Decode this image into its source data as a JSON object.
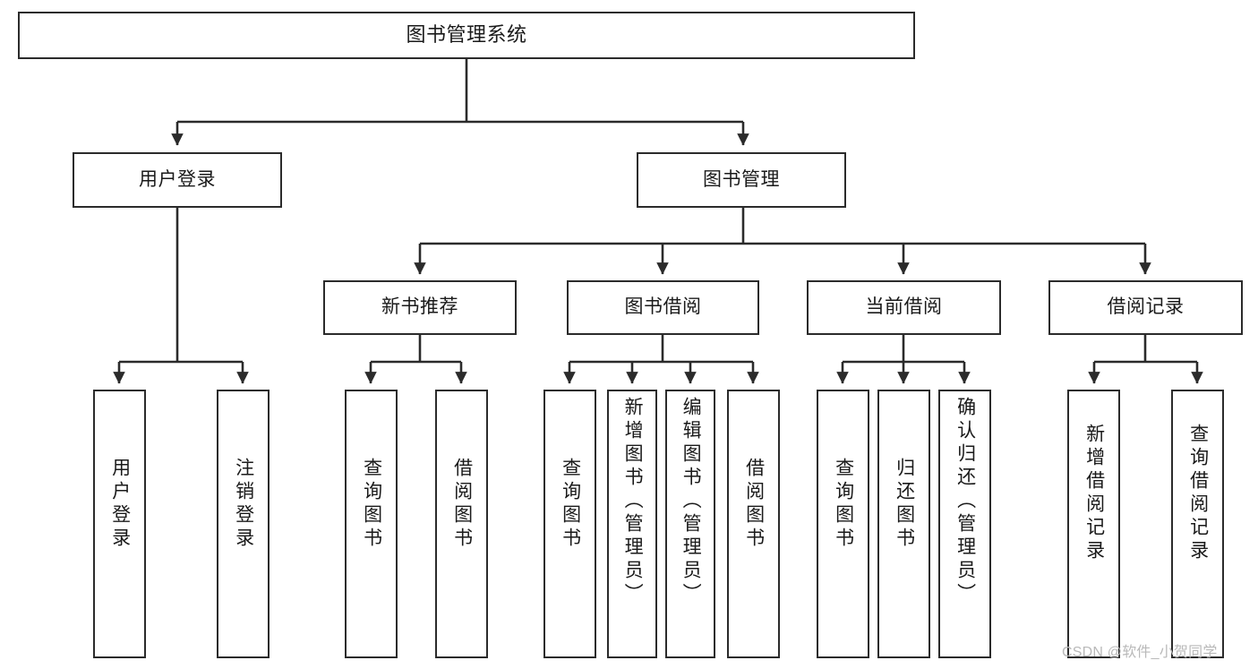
{
  "diagram": {
    "title": "图书管理系统",
    "type": "tree-hierarchy-chart",
    "watermark": "CSDN @软件_小贺同学",
    "stroke_color": "#2b2b2b",
    "background_color": "#ffffff",
    "text_color": "#1a1a1a"
  },
  "nodes": {
    "root": {
      "label": "图书管理系统"
    },
    "level2": [
      {
        "label": "用户登录"
      },
      {
        "label": "图书管理"
      }
    ],
    "level3": [
      {
        "label": "新书推荐"
      },
      {
        "label": "图书借阅"
      },
      {
        "label": "当前借阅"
      },
      {
        "label": "借阅记录"
      }
    ],
    "leaves_user_login": [
      {
        "label": "用户登录"
      },
      {
        "label": "注销登录"
      }
    ],
    "leaves_new_book": [
      {
        "label": "查询图书"
      },
      {
        "label": "借阅图书"
      }
    ],
    "leaves_borrow": [
      {
        "label": "查询图书"
      },
      {
        "label": "新增图书（管理员）"
      },
      {
        "label": "编辑图书（管理员）"
      },
      {
        "label": "借阅图书"
      }
    ],
    "leaves_current": [
      {
        "label": "查询图书"
      },
      {
        "label": "归还图书"
      },
      {
        "label": "确认归还（管理员）"
      }
    ],
    "leaves_record": [
      {
        "label": "新增借阅记录"
      },
      {
        "label": "查询借阅记录"
      }
    ]
  }
}
